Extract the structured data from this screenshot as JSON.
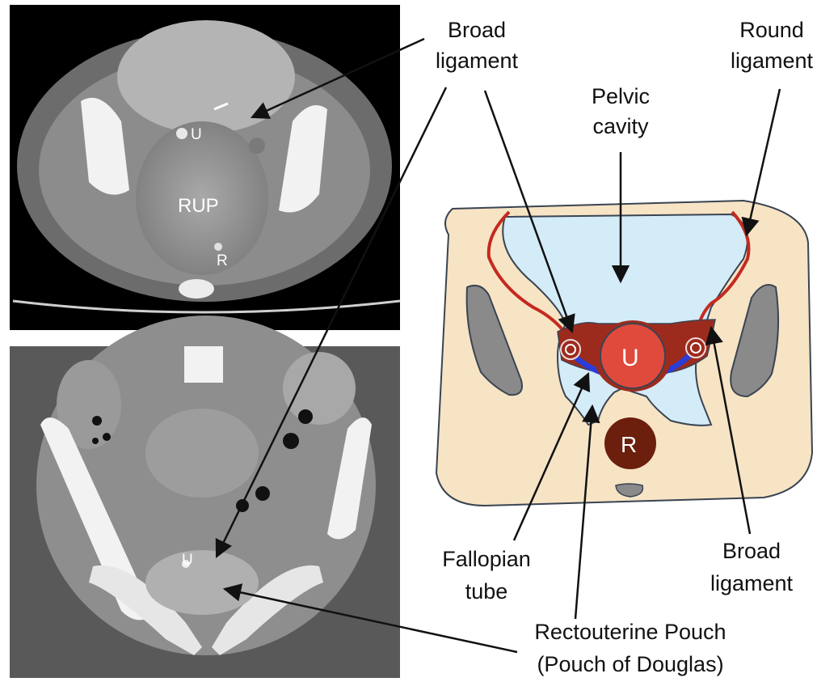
{
  "ct_axial": {
    "label_u": "U",
    "label_rup": "RUP",
    "label_r": "R"
  },
  "ct_coronal": {
    "label_u": "U"
  },
  "diagram": {
    "label_u": "U",
    "label_r": "R",
    "broad_ligament_top": [
      "Broad",
      "ligament"
    ],
    "round_ligament": [
      "Round",
      "ligament"
    ],
    "pelvic_cavity": [
      "Pelvic",
      "cavity"
    ],
    "fallopian_tube": [
      "Fallopian",
      "tube"
    ],
    "broad_ligament_bottom": [
      "Broad",
      "ligament"
    ],
    "rectouterine_pouch": [
      "Rectouterine Pouch",
      "(Pouch of Douglas)"
    ]
  },
  "colors": {
    "skin": "#f7e4c5",
    "cavity": "#d4ebf8",
    "outline": "#3a4452",
    "bone": "#8a8a8a",
    "ligament": "#c42a1f",
    "uterus": "#e04a3c",
    "uterus_wall": "#9c2b1e",
    "rectum": "#6b1f0c",
    "tube": "#2a3dd8",
    "ct_bg": "#000000"
  }
}
